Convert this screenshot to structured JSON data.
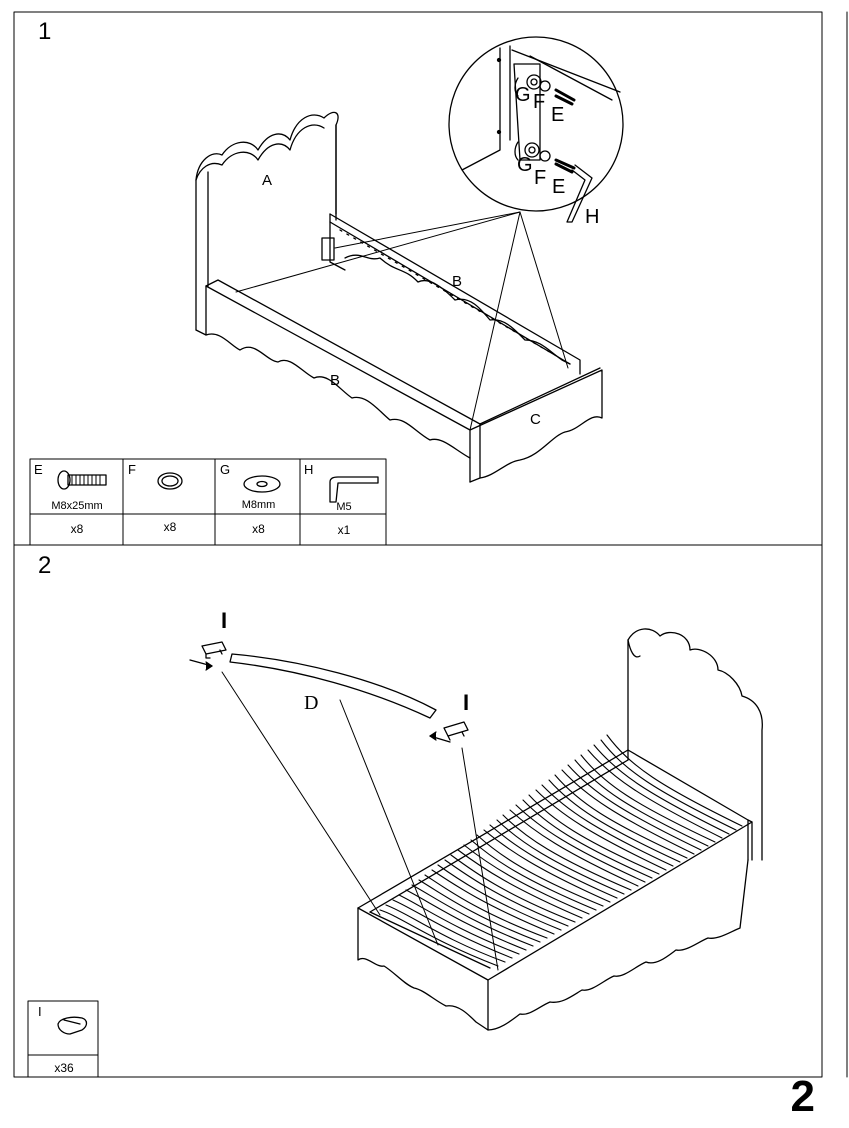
{
  "page_number": "2",
  "steps": [
    {
      "number": "1",
      "labels": {
        "A": "A",
        "B_back": "B",
        "B_front": "B",
        "C": "C",
        "G1": "G",
        "F1": "F",
        "E1": "E",
        "G2": "G",
        "F2": "F",
        "E2": "E",
        "H": "H"
      },
      "parts": [
        {
          "code": "E",
          "spec": "M8x25mm",
          "qty": "x8",
          "icon": "bolt-icon"
        },
        {
          "code": "F",
          "spec": "",
          "qty": "x8",
          "icon": "spring-washer-icon"
        },
        {
          "code": "G",
          "spec": "M8mm",
          "qty": "x8",
          "icon": "flat-washer-icon"
        },
        {
          "code": "H",
          "spec": "M5",
          "qty": "x1",
          "icon": "allen-key-icon"
        }
      ]
    },
    {
      "number": "2",
      "labels": {
        "I_left": "I",
        "I_right": "I",
        "D": "D"
      },
      "parts": [
        {
          "code": "I",
          "spec": "",
          "qty": "x36",
          "icon": "slat-cap-icon"
        }
      ]
    }
  ]
}
